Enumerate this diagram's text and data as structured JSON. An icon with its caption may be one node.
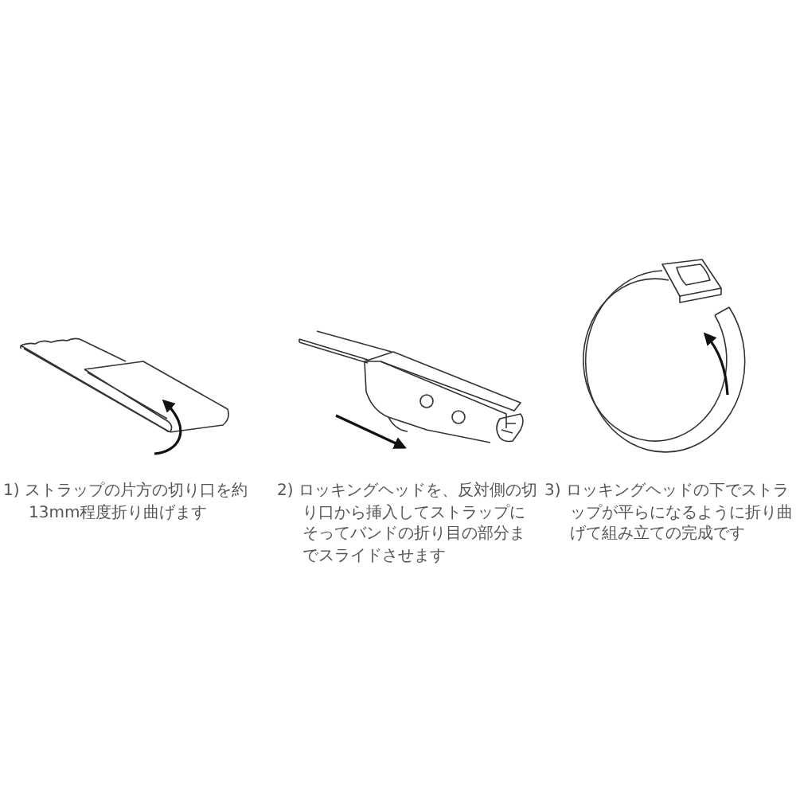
{
  "diagram": {
    "labels": [
      "1) ストラップの片方の切り口を約13mm程度折り曲げます",
      "2) ロッキングヘッドを、反対側の切り口から挿入してストラップにそってバンドの折り目の部分までスライドさせます",
      "3) ロッキングヘッドの下でストラップが平らになるように折り曲げて組み立ての完成です"
    ]
  }
}
